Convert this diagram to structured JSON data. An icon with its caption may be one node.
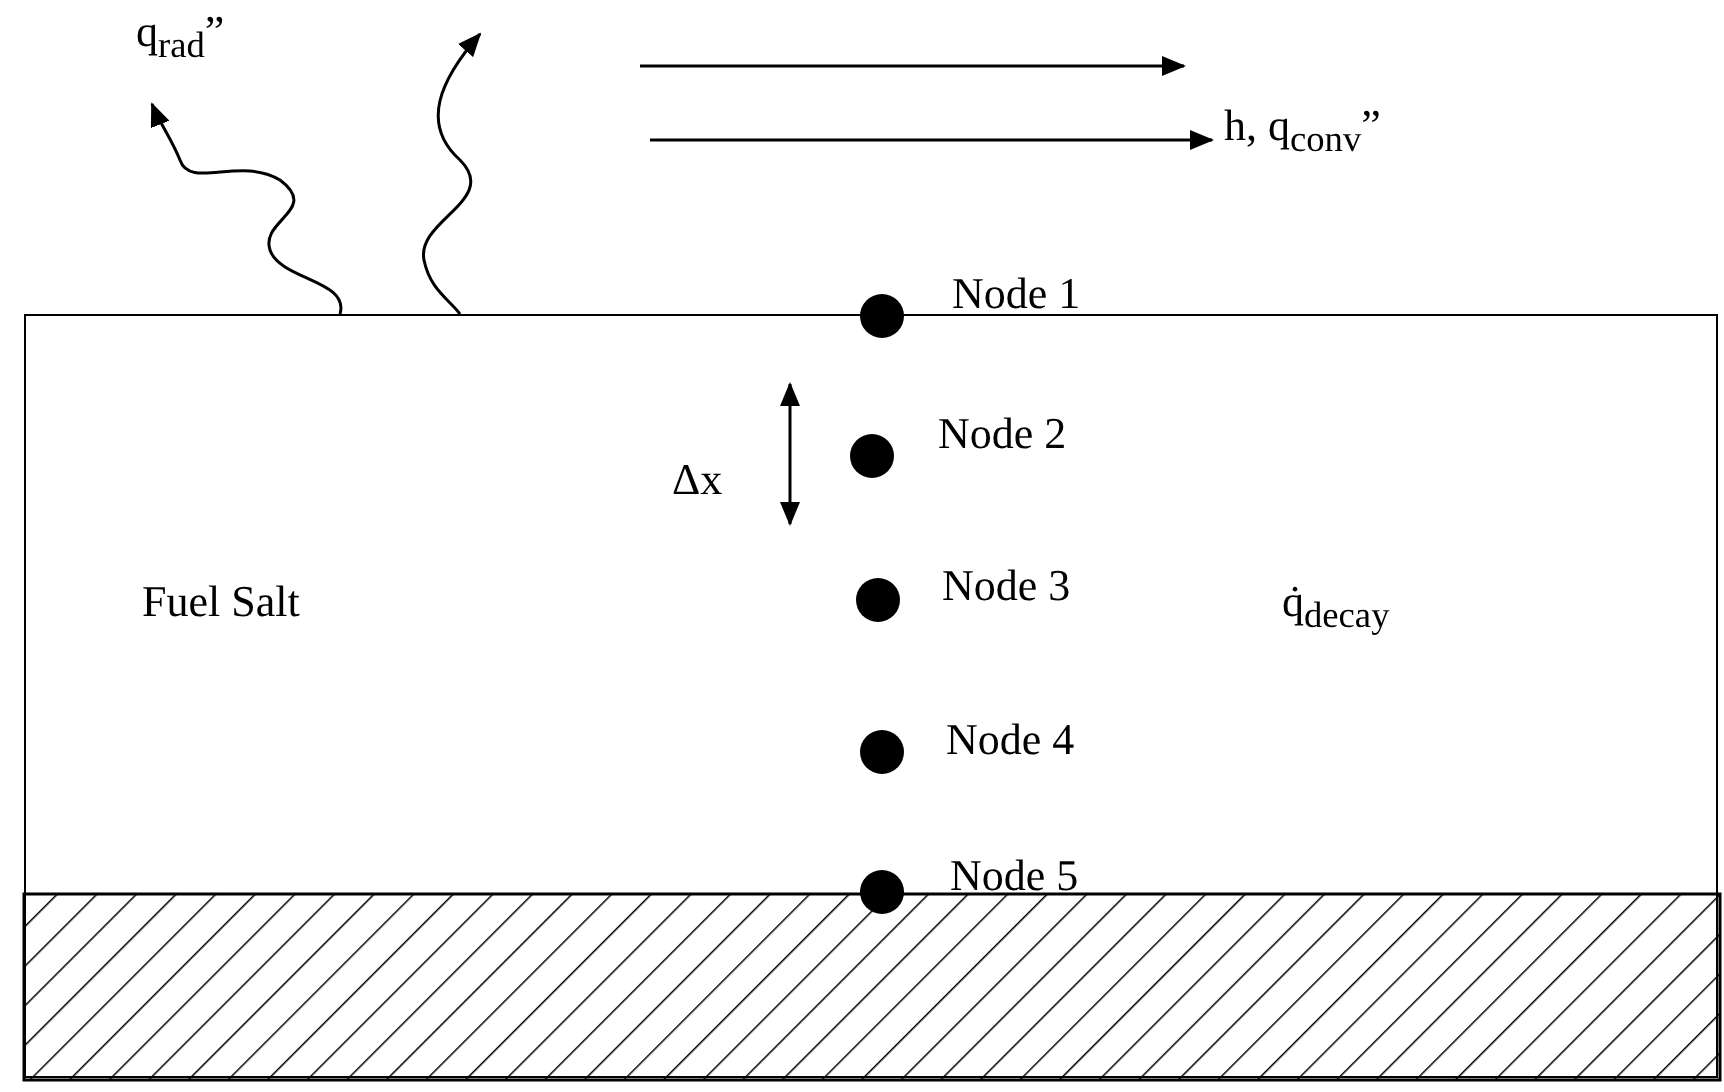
{
  "diagram": {
    "nodes": [
      {
        "text": [
          "Fuel Salt",
          "q̇$_{decay}$"
        ]
      },
      {
        "text": [],
        "shape": "circle",
        "in": 0,
        "beside": [
          "Node 1"
        ]
      },
      {
        "text": [],
        "shape": "circle",
        "in": 0,
        "beside": [
          "Node 2"
        ]
      },
      {
        "text": [],
        "shape": "circle",
        "in": 0,
        "beside": [
          "Node 3"
        ]
      },
      {
        "text": [],
        "shape": "circle",
        "in": 0,
        "beside": [
          "Node 4"
        ]
      },
      {
        "text": [],
        "shape": "circle",
        "in": 0,
        "beside": [
          "Node 5"
        ]
      }
    ],
    "edges": [],
    "labels": [
      "q$_{rad}$”",
      "h, q$_{conv}$”",
      "Δx"
    ]
  }
}
